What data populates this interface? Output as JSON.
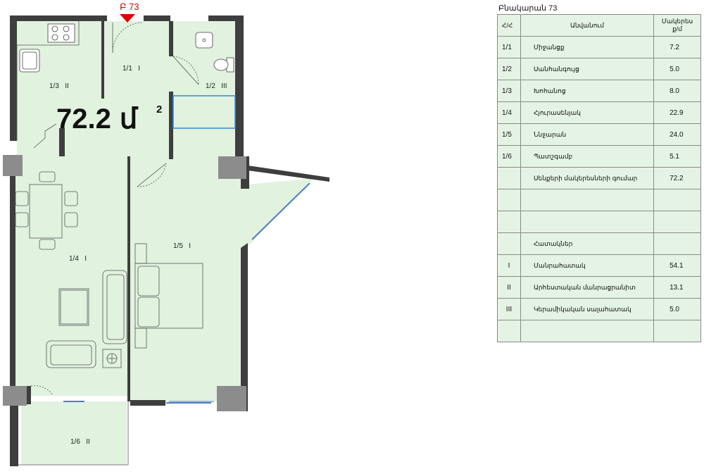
{
  "plan": {
    "apartment_area": "72.2",
    "area_unit": "մ",
    "area_exponent": "2",
    "entry_label": "Բ 73",
    "rooms": [
      {
        "label": "1/1   I"
      },
      {
        "label": "1/2   III"
      },
      {
        "label": "1/3   II"
      },
      {
        "label": "1/4   I"
      },
      {
        "label": "1/5   I"
      },
      {
        "label": "1/6   II"
      }
    ]
  },
  "summary": {
    "title": "Բնակարան 73",
    "headers": [
      "Հ/Հ",
      "Անվանում",
      "Մակերես ք/մ"
    ],
    "rows": [
      {
        "num": "1/1",
        "name": "Միջանցք",
        "area": "7.2"
      },
      {
        "num": "1/2",
        "name": "Սանհանգույց",
        "area": "5.0"
      },
      {
        "num": "1/3",
        "name": "Խոհանոց",
        "area": "8.0"
      },
      {
        "num": "1/4",
        "name": "Հյուրասենյակ",
        "area": "22.9"
      },
      {
        "num": "1/5",
        "name": "Ննջարան",
        "area": "24.0"
      },
      {
        "num": "1/6",
        "name": "Պատշգամբ",
        "area": "5.1"
      },
      {
        "num": "",
        "name": "Սենքերի մակերեսների գումար",
        "area": "72.2"
      }
    ],
    "coefficients_title": "Հատակներ",
    "coefficients": [
      {
        "num": "I",
        "name": "Մանրահատակ",
        "area": "54.1"
      },
      {
        "num": "II",
        "name": "Արհեստական մանրացրանիտ",
        "area": "13.1"
      },
      {
        "num": "III",
        "name": "Կերամիկական սալահատակ",
        "area": "5.0"
      }
    ]
  }
}
